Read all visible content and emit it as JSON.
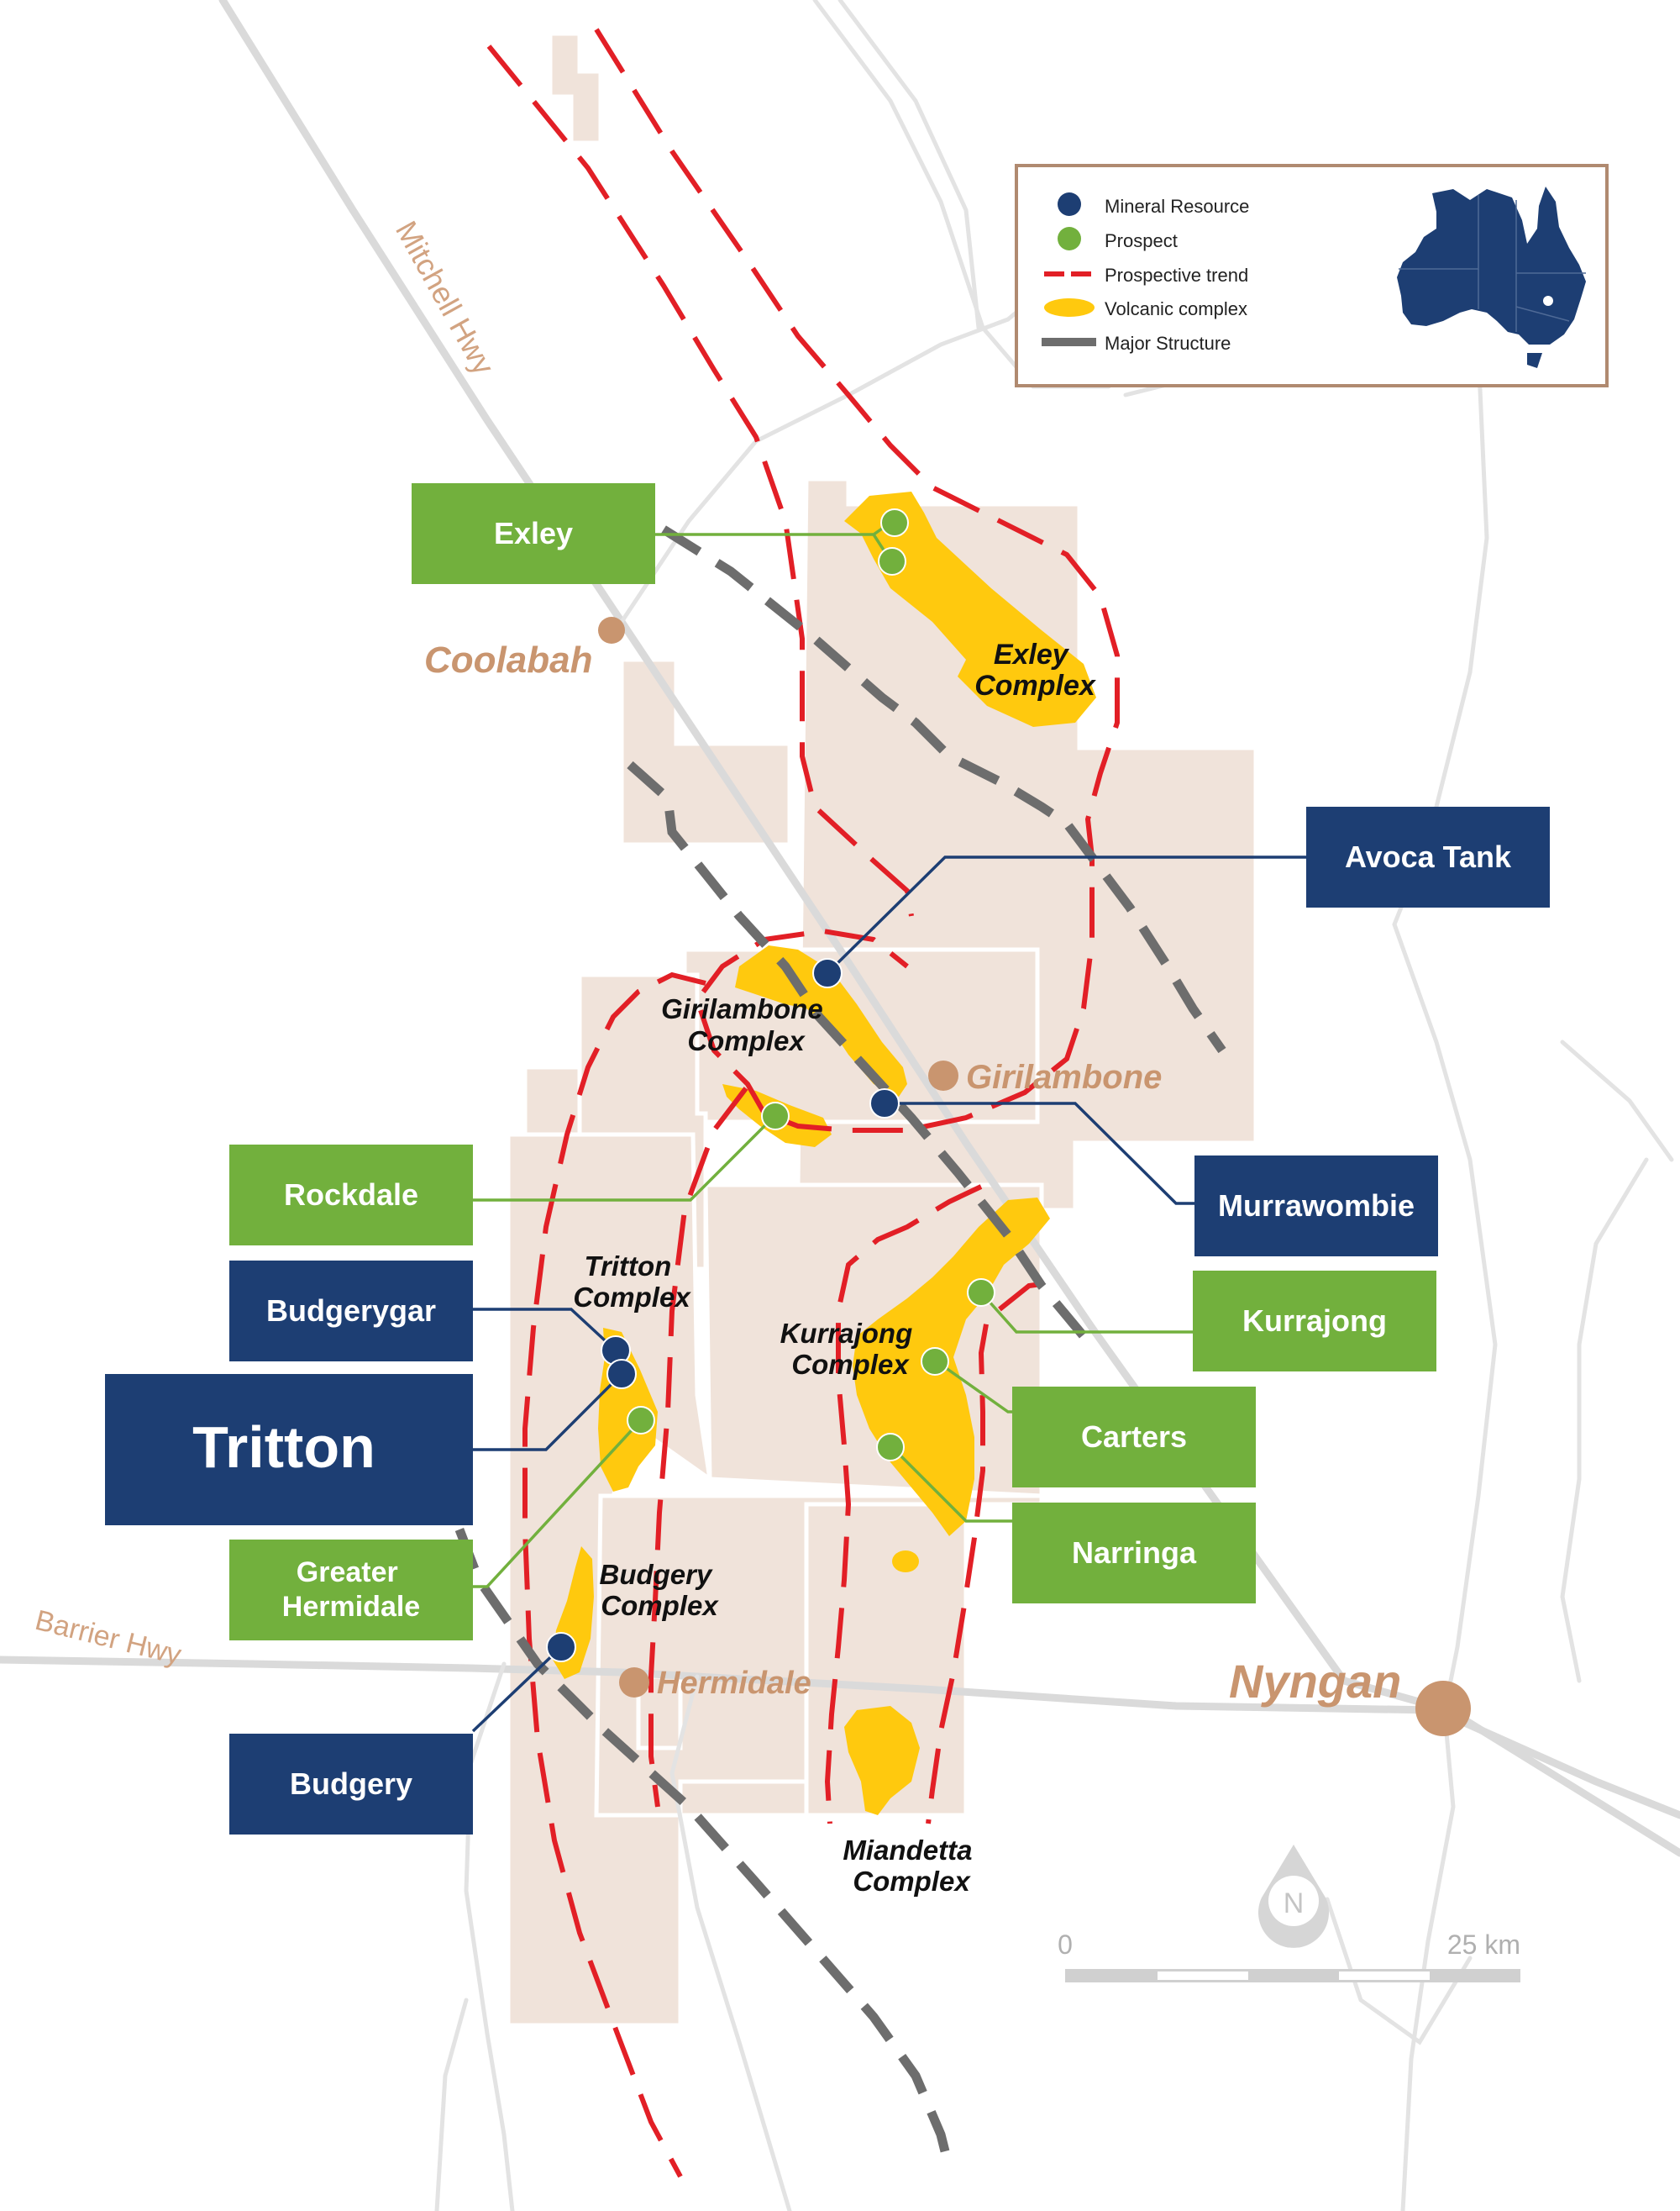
{
  "legend": {
    "mineral_resource": "Mineral Resource",
    "prospect": "Prospect",
    "prospective_trend": "Prospective trend",
    "volcanic_complex": "Volcanic complex",
    "major_structure": "Major Structure"
  },
  "roads": {
    "mitchell": "Mitchell Hwy",
    "barrier": "Barrier Hwy"
  },
  "towns": {
    "coolabah": "Coolabah",
    "girilambone": "Girilambone",
    "hermidale": "Hermidale",
    "nyngan": "Nyngan"
  },
  "complexes": {
    "exley": [
      "Exley",
      "Complex"
    ],
    "girilambone": [
      "Girilambone",
      "Complex"
    ],
    "tritton": [
      "Tritton",
      "Complex"
    ],
    "kurrajong": [
      "Kurrajong",
      "Complex"
    ],
    "budgery": [
      "Budgery",
      "Complex"
    ],
    "miandetta": [
      "Miandetta",
      "Complex"
    ]
  },
  "labels": {
    "exley": "Exley",
    "avoca_tank": "Avoca Tank",
    "rockdale": "Rockdale",
    "murrawombie": "Murrawombie",
    "budgerygar": "Budgerygar",
    "kurrajong": "Kurrajong",
    "tritton": "Tritton",
    "carters": "Carters",
    "greater_hermidale": [
      "Greater",
      "Hermidale"
    ],
    "narringa": "Narringa",
    "budgery": "Budgery"
  },
  "scale": {
    "start": "0",
    "end": "25 km"
  },
  "north": "N",
  "colors": {
    "resource": "#1d3e73",
    "prospect": "#72b03d",
    "trend": "#e21f26",
    "volcanic": "#ffc90e",
    "structure": "#6d6d6d",
    "tenement": "#f0e3da",
    "town": "#c9956f"
  }
}
